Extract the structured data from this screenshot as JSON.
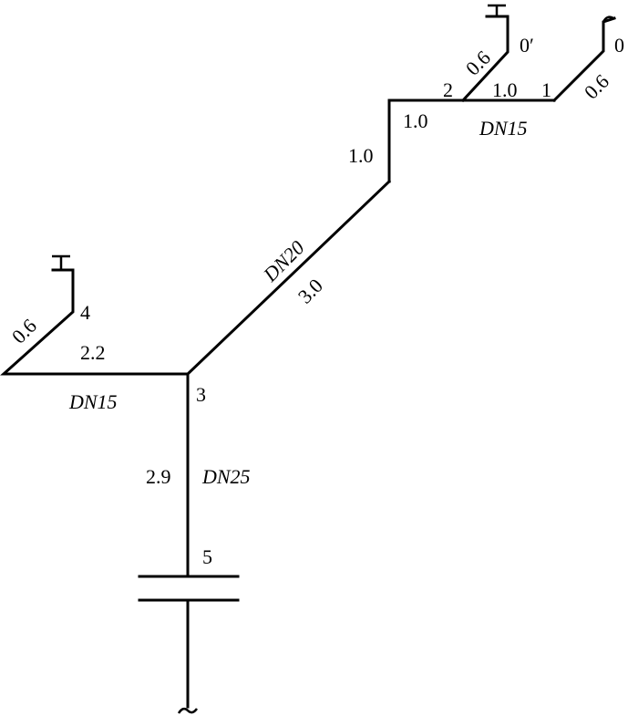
{
  "diagram": {
    "segments": {
      "seg_0_1": "0.6",
      "seg_0p_2": "0.6",
      "seg_1_2": "1.0",
      "riser_upper": "1.0",
      "riser_lower": "1.0",
      "seg_3_4": "2.2",
      "seg_4_fix": "0.6",
      "seg_3_5": "2.9",
      "seg_diag": "3.0"
    },
    "diameters": {
      "upper_branch": "DN15",
      "diagonal": "DN20",
      "left_branch": "DN15",
      "main": "DN25"
    },
    "nodes": {
      "n0": "0",
      "n0p": "0′",
      "n1": "1",
      "n2": "2",
      "n3": "3",
      "n4": "4",
      "n5": "5"
    },
    "icons": [
      "faucet-icon",
      "shower-hook-icon",
      "flange-icon",
      "break-mark-icon"
    ]
  }
}
